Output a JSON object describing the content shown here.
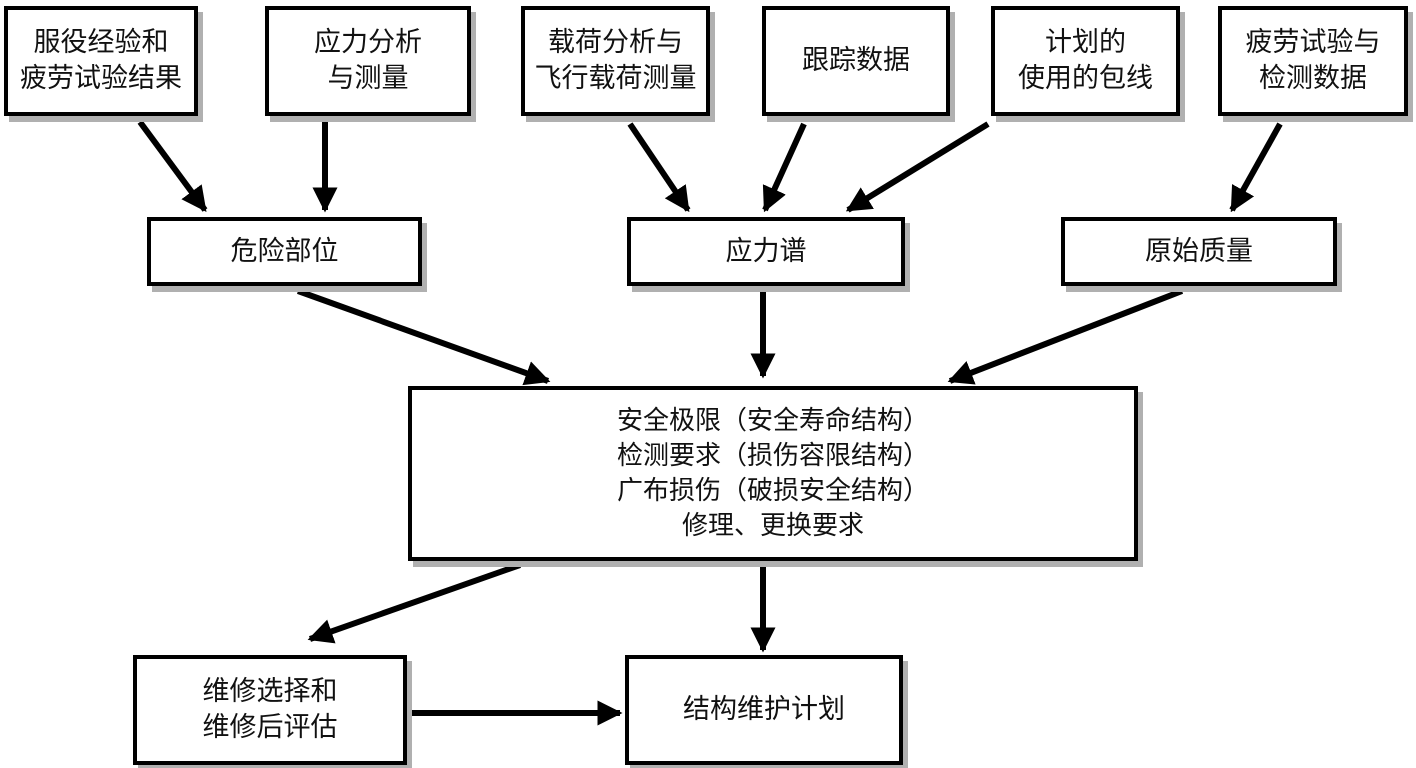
{
  "diagram": {
    "sources": [
      {
        "id": "service",
        "lines": [
          "服役经验和",
          "疲劳试验结果"
        ]
      },
      {
        "id": "stress_analysis",
        "lines": [
          "应力分析",
          "与测量"
        ]
      },
      {
        "id": "load_analysis",
        "lines": [
          "载荷分析与",
          "飞行载荷测量"
        ]
      },
      {
        "id": "tracking",
        "lines": [
          "跟踪数据"
        ]
      },
      {
        "id": "planned_usage",
        "lines": [
          "计划的",
          "使用的包线"
        ]
      },
      {
        "id": "fatigue_inspection",
        "lines": [
          "疲劳试验与",
          "检测数据"
        ]
      }
    ],
    "intermediate": [
      {
        "id": "critical_location",
        "label": "危险部位"
      },
      {
        "id": "stress_spectrum",
        "label": "应力谱"
      },
      {
        "id": "initial_quality",
        "label": "原始质量"
      }
    ],
    "central": {
      "lines": [
        "安全极限（安全寿命结构）",
        "检测要求（损伤容限结构）",
        "广布损伤（破损安全结构）",
        "修理、更换要求"
      ]
    },
    "outputs": [
      {
        "id": "repair_options",
        "lines": [
          "维修选择和",
          "维修后评估"
        ]
      },
      {
        "id": "maintenance_plan",
        "label": "结构维护计划"
      }
    ],
    "connections": [
      {
        "from": "service",
        "to": "critical_location"
      },
      {
        "from": "stress_analysis",
        "to": "critical_location"
      },
      {
        "from": "load_analysis",
        "to": "stress_spectrum"
      },
      {
        "from": "tracking",
        "to": "stress_spectrum"
      },
      {
        "from": "planned_usage",
        "to": "stress_spectrum"
      },
      {
        "from": "fatigue_inspection",
        "to": "initial_quality"
      },
      {
        "from": "critical_location",
        "to": "central"
      },
      {
        "from": "stress_spectrum",
        "to": "central"
      },
      {
        "from": "initial_quality",
        "to": "central"
      },
      {
        "from": "central",
        "to": "repair_options"
      },
      {
        "from": "central",
        "to": "maintenance_plan"
      },
      {
        "from": "repair_options",
        "to": "maintenance_plan"
      }
    ]
  }
}
